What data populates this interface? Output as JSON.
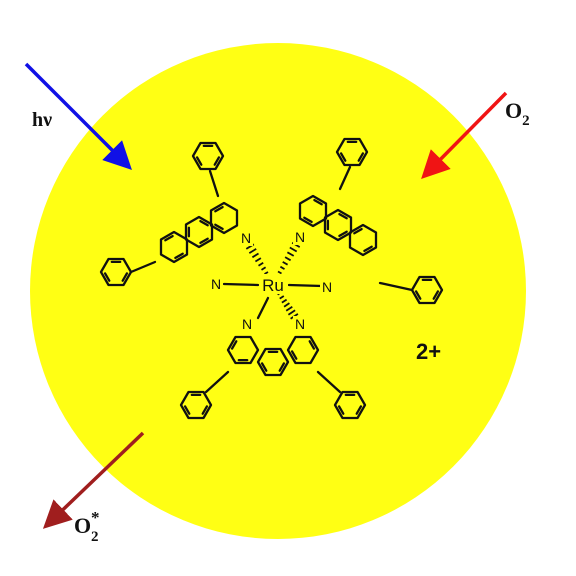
{
  "diagram": {
    "photon_label": "hν",
    "oxygen_label": "O",
    "oxygen_subscript": "2",
    "singlet_oxygen_label": "O",
    "singlet_oxygen_subscript": "2",
    "singlet_oxygen_superscript": "*",
    "metal_label": "Ru",
    "nitrogen_label": "N",
    "charge_label": "2+"
  },
  "colors": {
    "background": "#ffffff",
    "sphere": "#ffff14",
    "photon_arrow": "#1010e6",
    "oxygen_arrow": "#f01414",
    "singlet_oxygen_arrow": "#a01e1e",
    "structure": "#111111"
  }
}
